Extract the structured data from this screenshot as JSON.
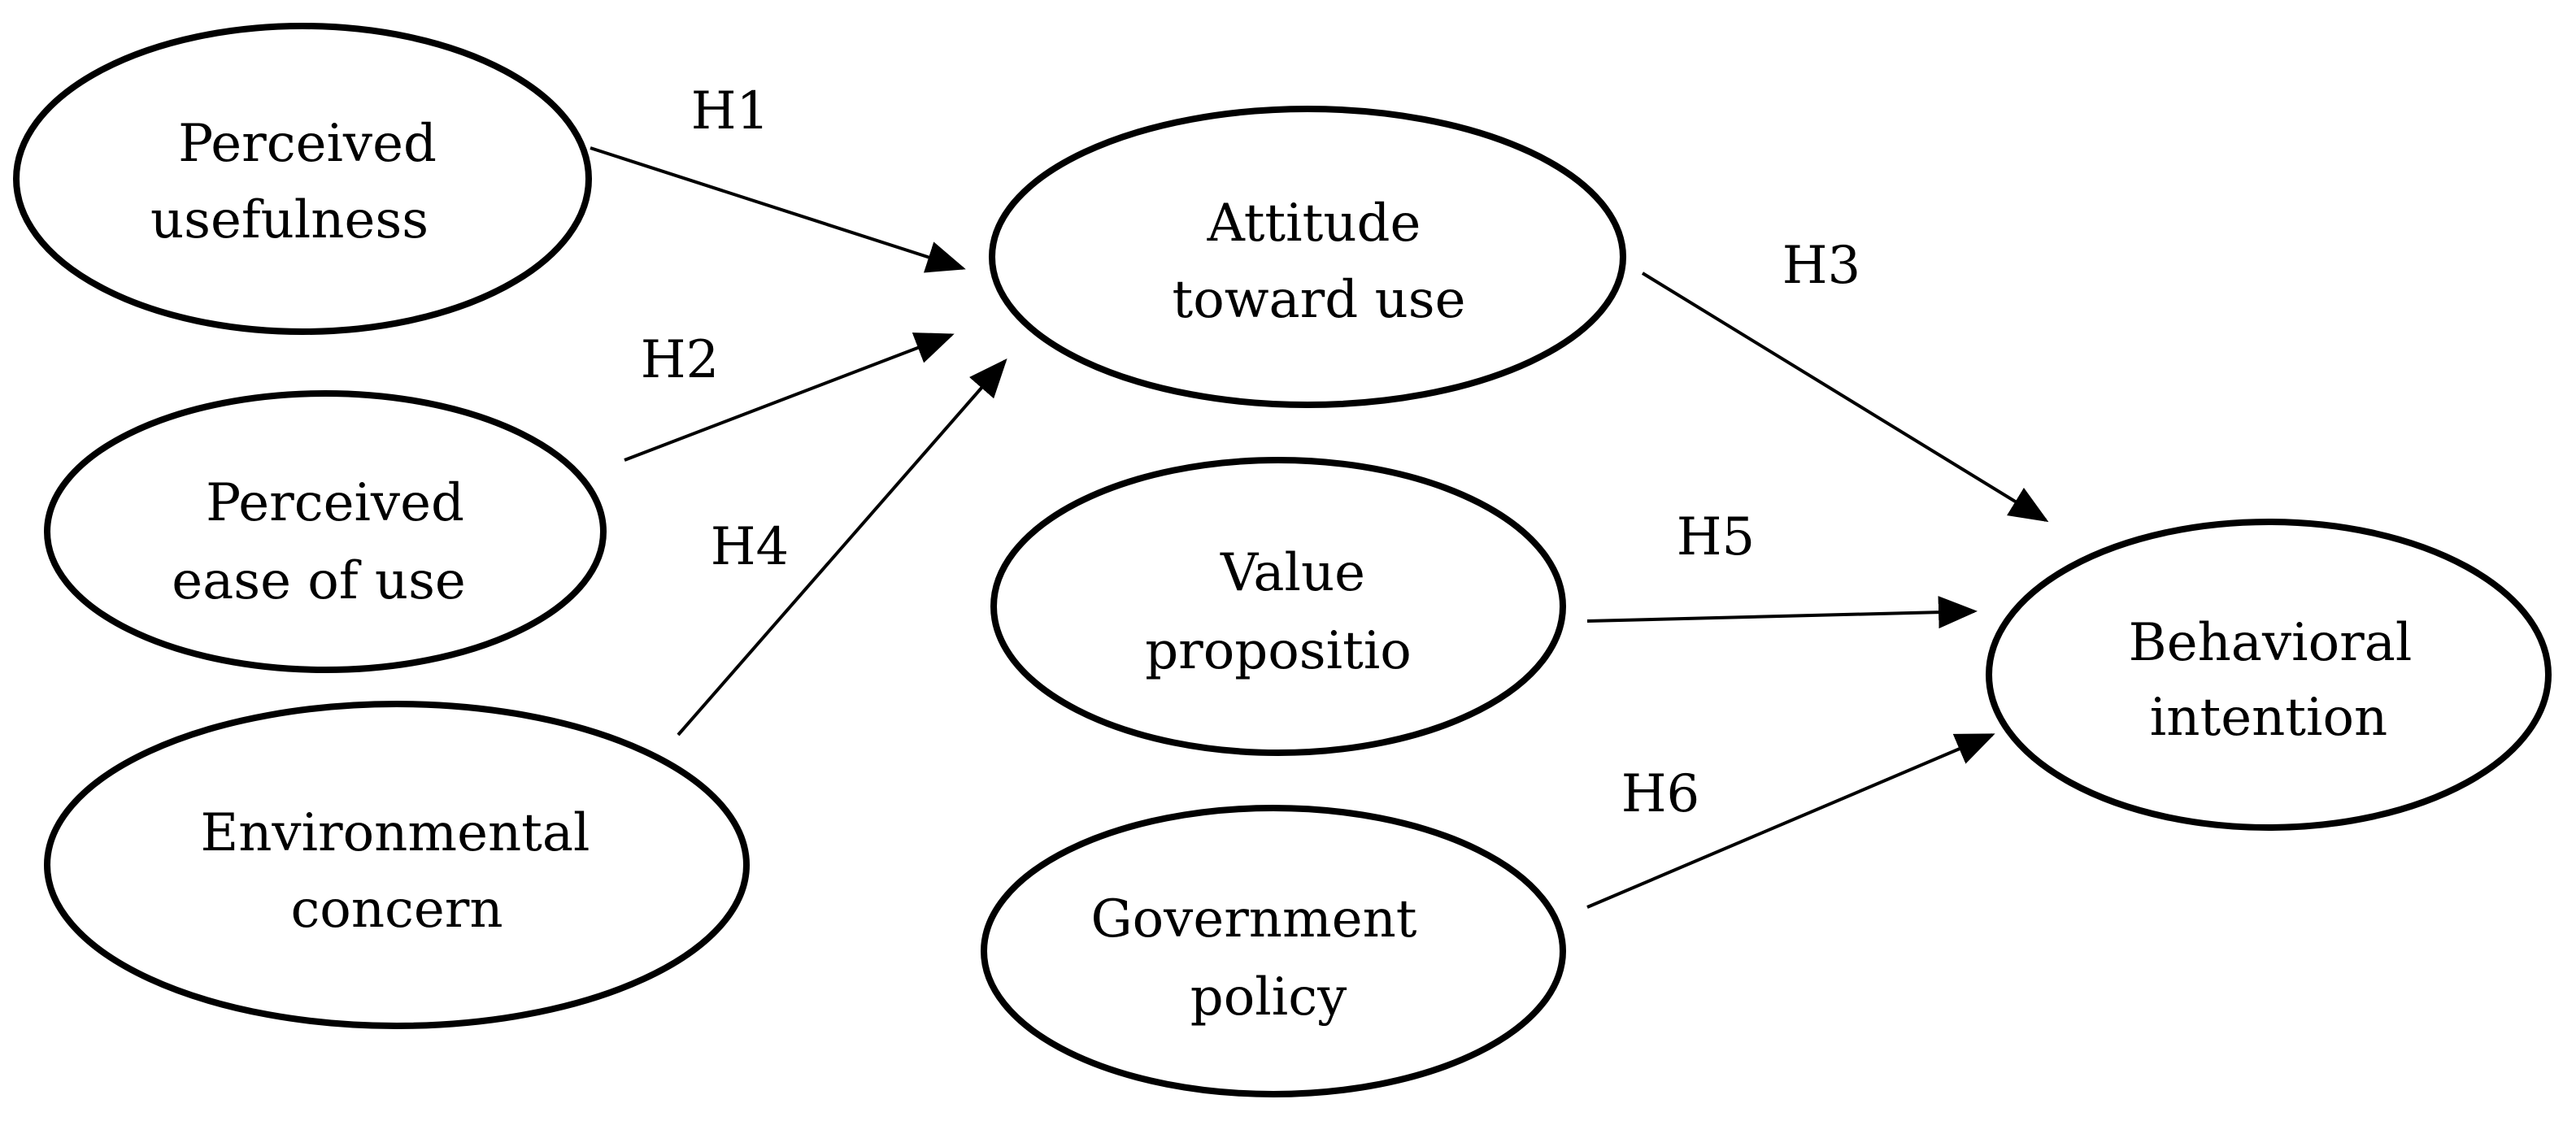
{
  "diagram": {
    "nodes": {
      "perceived_usefulness": {
        "line1": "Perceived",
        "line2": "usefulness"
      },
      "perceived_ease_of_use": {
        "line1": "Perceived",
        "line2": "ease of use"
      },
      "environmental_concern": {
        "line1": "Environmental",
        "line2": "concern"
      },
      "attitude_toward_use": {
        "line1": "Attitude",
        "line2": "toward use"
      },
      "value_proposition": {
        "line1": "Value",
        "line2": "propositio"
      },
      "government_policy": {
        "line1": "Government",
        "line2": "policy"
      },
      "behavioral_intention": {
        "line1": "Behavioral",
        "line2": "intention"
      }
    },
    "edges": {
      "h1": {
        "label": "H1",
        "from": "perceived_usefulness",
        "to": "attitude_toward_use"
      },
      "h2": {
        "label": "H2",
        "from": "perceived_ease_of_use",
        "to": "attitude_toward_use"
      },
      "h3": {
        "label": "H3",
        "from": "attitude_toward_use",
        "to": "behavioral_intention"
      },
      "h4": {
        "label": "H4",
        "from": "environmental_concern",
        "to": "attitude_toward_use"
      },
      "h5": {
        "label": "H5",
        "from": "value_proposition",
        "to": "behavioral_intention"
      },
      "h6": {
        "label": "H6",
        "from": "government_policy",
        "to": "behavioral_intention"
      }
    }
  }
}
